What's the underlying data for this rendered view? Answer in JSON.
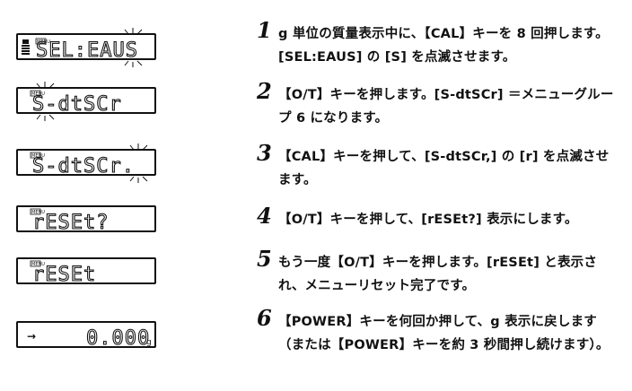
{
  "displays": [
    {
      "text": "SEL:EAUS",
      "menu_label": "MENU",
      "icon": "weight-icon"
    },
    {
      "text": "S-dtSCr",
      "menu_label": "MENU"
    },
    {
      "text": "S-dtSCr.",
      "menu_label": "MENU"
    },
    {
      "text": "rESEt?",
      "menu_label": "MENU"
    },
    {
      "text": "rESEt",
      "menu_label": "MENU"
    },
    {
      "text": "0.000",
      "unit": "g",
      "arrow": "→"
    }
  ],
  "steps": [
    {
      "num": "1",
      "text": "g 単位の質量表示中に、【CAL】キーを 8 回押します。[SEL:EAUS] の [S] を点滅させます。"
    },
    {
      "num": "2",
      "text": "【O/T】キーを押します。[S-dtSCr] ＝メニューグループ 6 になります。"
    },
    {
      "num": "3",
      "text": "【CAL】キーを押して、[S-dtSCr,] の [r] を点滅させます。"
    },
    {
      "num": "4",
      "text": "【O/T】キーを押して、[rESEt?] 表示にします。"
    },
    {
      "num": "5",
      "text": "もう一度【O/T】キーを押します。[rESEt] と表示され、メニューリセット完了です。"
    },
    {
      "num": "6",
      "text": "【POWER】キーを何回か押して、g 表示に戻します（または【POWER】キーを約 3 秒間押し続けます）。"
    }
  ]
}
